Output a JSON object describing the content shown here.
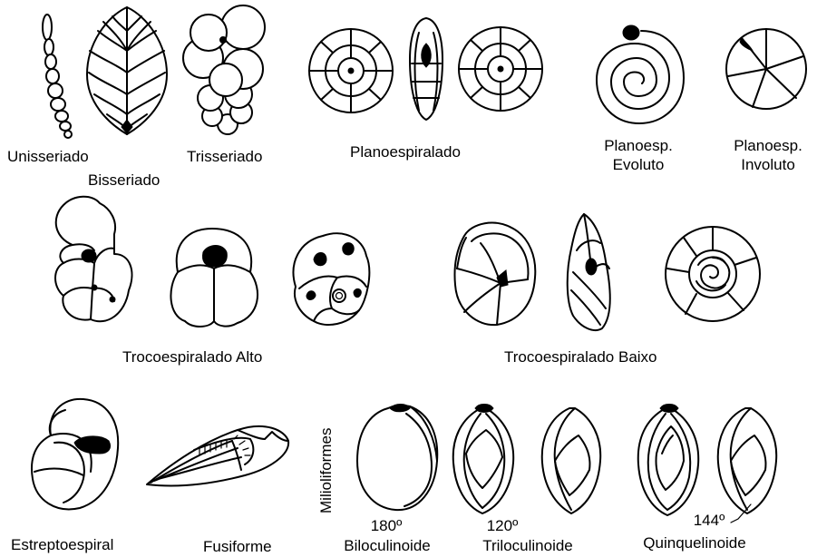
{
  "labels": {
    "unisseriado": "Unisseriado",
    "bisseriado": "Bisseriado",
    "trisseriado": "Trisseriado",
    "planoespiralado": "Planoespiralado",
    "planoesp_evoluto_1": "Planoesp.",
    "planoesp_evoluto_2": "Evoluto",
    "planoesp_involuto_1": "Planoesp.",
    "planoesp_involuto_2": "Involuto",
    "trocoespiralado_alto": "Trocoespiralado Alto",
    "trocoespiralado_baixo": "Trocoespiralado Baixo",
    "estreptoespiral": "Estreptoespiral",
    "fusiforme": "Fusiforme",
    "milioliformes": "Milioliformes",
    "angle_180": "180º",
    "biloculinoide": "Biloculinoide",
    "angle_120": "120º",
    "triloculinoide": "Triloculinoide",
    "angle_144": "144º",
    "quinquelinoide": "Quinquelinoide"
  }
}
